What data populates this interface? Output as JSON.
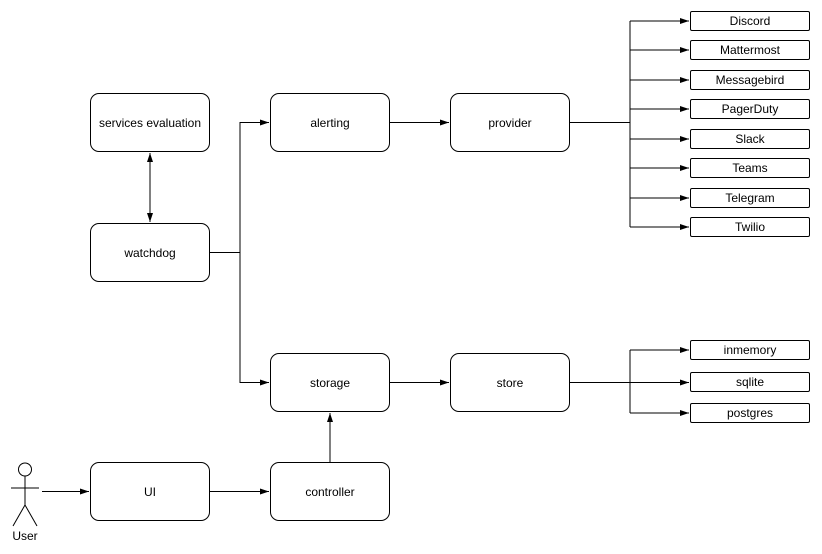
{
  "diagram": {
    "nodes": {
      "services_evaluation": "services evaluation",
      "watchdog": "watchdog",
      "alerting": "alerting",
      "provider": "provider",
      "storage": "storage",
      "store": "store",
      "ui": "UI",
      "controller": "controller"
    },
    "providers": [
      "Discord",
      "Mattermost",
      "Messagebird",
      "PagerDuty",
      "Slack",
      "Teams",
      "Telegram",
      "Twilio"
    ],
    "stores": [
      "inmemory",
      "sqlite",
      "postgres"
    ],
    "actor": {
      "label": "User"
    },
    "colors": {
      "background": "#ffffff",
      "node_fill": "#ffffff",
      "node_border": "#000000",
      "line": "#000000",
      "text": "#000000"
    }
  }
}
